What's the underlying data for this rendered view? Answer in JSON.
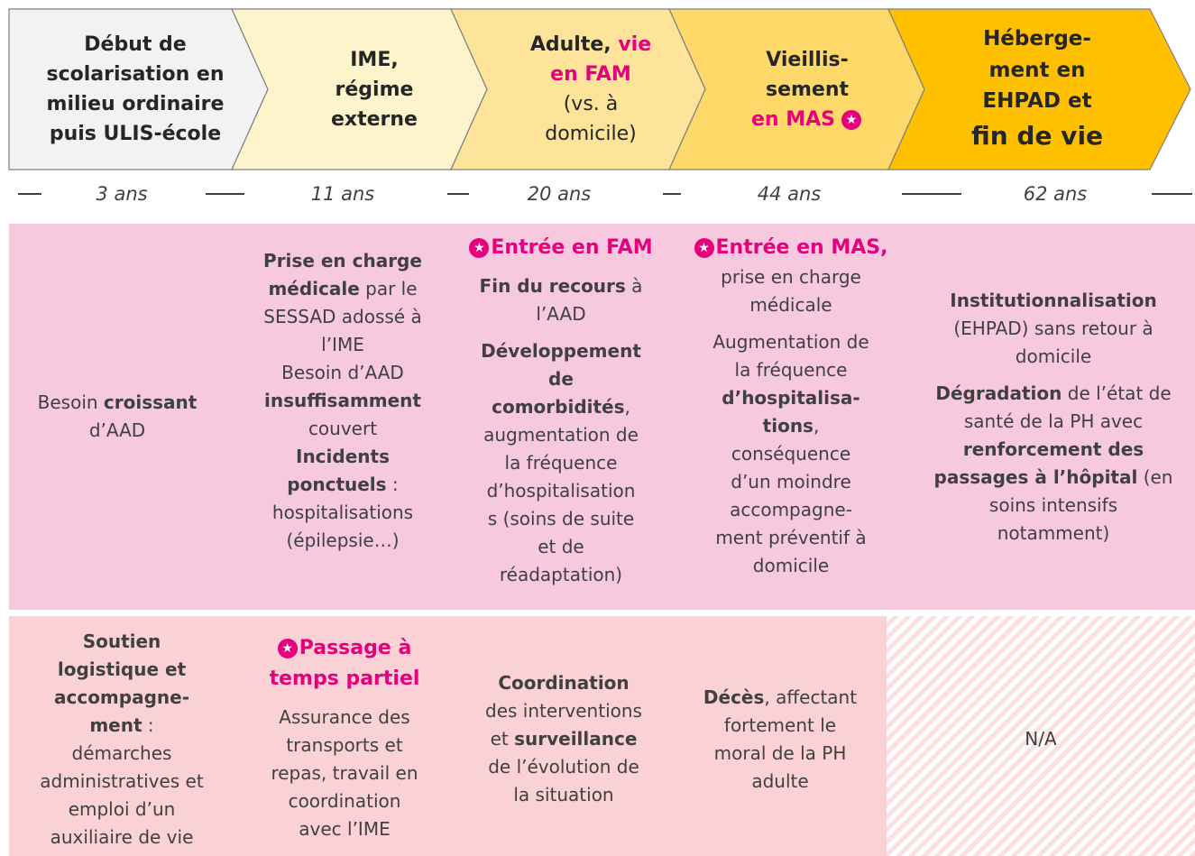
{
  "colors": {
    "accent": "#e6007e",
    "stage_fills": [
      "#f2f2f2",
      "#fdf4cc",
      "#fde49a",
      "#fed96a",
      "#ffc000"
    ],
    "band_medical": "#f7c9de",
    "band_support": "#fad2d6"
  },
  "stages": [
    {
      "lines": [
        "Début de",
        "scolarisation en",
        "milieu ordinaire",
        "puis ULIS-école"
      ]
    },
    {
      "lines": [
        "IME,",
        "régime",
        "externe"
      ]
    },
    {
      "line1_a": "Adulte, ",
      "line1_b": "vie",
      "line2": "en FAM",
      "line3": "(vs. à",
      "line4": "domicile)"
    },
    {
      "line1": "Vieillis-",
      "line2": "sement",
      "line3": "en MAS",
      "star_icon": "star-badge-icon"
    },
    {
      "lines": [
        "Héberge-",
        "ment en",
        "EHPAD et",
        "fin de vie"
      ]
    }
  ],
  "ages": [
    "3 ans",
    "11 ans",
    "20 ans",
    "44 ans",
    "62 ans"
  ],
  "medical": {
    "col1": {
      "a": "Besoin ",
      "b": "croissant",
      "c": "d’AAD"
    },
    "col2": {
      "l1": "Prise en charge",
      "l2": "médicale",
      "l2b": " par le",
      "l3": "SESSAD adossé à",
      "l4": "l’IME",
      "l5": "Besoin d’AAD",
      "l6": "insuffisamment",
      "l7": "couvert",
      "l8": "Incidents",
      "l9": "ponctuels",
      "l9b": " :",
      "l10": "hospitalisations",
      "l11": "(épilepsie…)"
    },
    "col3": {
      "head": "Entrée en FAM",
      "l1": "Fin du recours",
      "l1b": " à",
      "l2": "l’AAD",
      "l3": "Développement",
      "l4": "de",
      "l5": "comorbidités",
      "l5b": ",",
      "l6": "augmentation de",
      "l7": "la fréquence",
      "l8": "d’hospitalisation",
      "l9": "s (soins de suite",
      "l10": "et de",
      "l11": "réadaptation)"
    },
    "col4": {
      "head": "Entrée en MAS,",
      "l1": "prise en charge",
      "l2": "médicale",
      "l3": "Augmentation de",
      "l4": "la fréquence",
      "l5": "d’hospitalisa-",
      "l6": "tions",
      "l6b": ",",
      "l7": "conséquence",
      "l8": "d’un moindre",
      "l9": "accompagne-",
      "l10": "ment préventif à",
      "l11": "domicile"
    },
    "col5": {
      "l1": "Institutionnalisation",
      "l2": "(EHPAD) sans retour à",
      "l3": "domicile",
      "l4": "Dégradation",
      "l4b": " de l’état de",
      "l5": "santé de la PH avec",
      "l6": "renforcement des",
      "l7": "passages à l’hôpital",
      "l7b": " (en",
      "l8": "soins intensifs",
      "l9": "notamment)"
    }
  },
  "support": {
    "col1": {
      "l1": "Soutien",
      "l2": "logistique et",
      "l3": "accompagne-",
      "l4": "ment",
      "l4b": " :",
      "l5": "démarches",
      "l6": "administratives et",
      "l7": "emploi d’un",
      "l8": "auxiliaire de vie"
    },
    "col2": {
      "head1": "Passage à",
      "head2": "temps partiel",
      "l1": "Assurance des",
      "l2": "transports et",
      "l3": "repas, travail en",
      "l4": "coordination",
      "l5": "avec l’IME"
    },
    "col3": {
      "l1": "Coordination",
      "l2": "des interventions",
      "l3a": "et ",
      "l3b": "surveillance",
      "l4": "de l’évolution de",
      "l5": "la situation"
    },
    "col4": {
      "l1a": "Décès",
      "l1b": ", affectant",
      "l2": "fortement le",
      "l3": "moral de la PH",
      "l4": "adulte"
    },
    "col5": {
      "l1": "N/A"
    }
  }
}
